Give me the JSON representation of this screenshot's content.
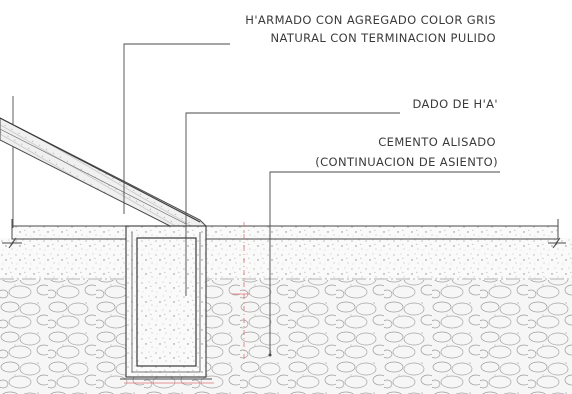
{
  "annotations": {
    "concrete_line1": "H'ARMADO CON AGREGADO COLOR GRIS",
    "concrete_line2": "NATURAL CON TERMINACION PULIDO",
    "dado": "DADO DE H'A'",
    "cement_line1": "CEMENTO ALISADO",
    "cement_line2": "(CONTINUACION DE ASIENTO)"
  },
  "colors": {
    "line": "#4a4a4a",
    "hatch": "#8a8a8a",
    "dimension_red": "#e07070",
    "fill_light": "#f2f2f2"
  }
}
